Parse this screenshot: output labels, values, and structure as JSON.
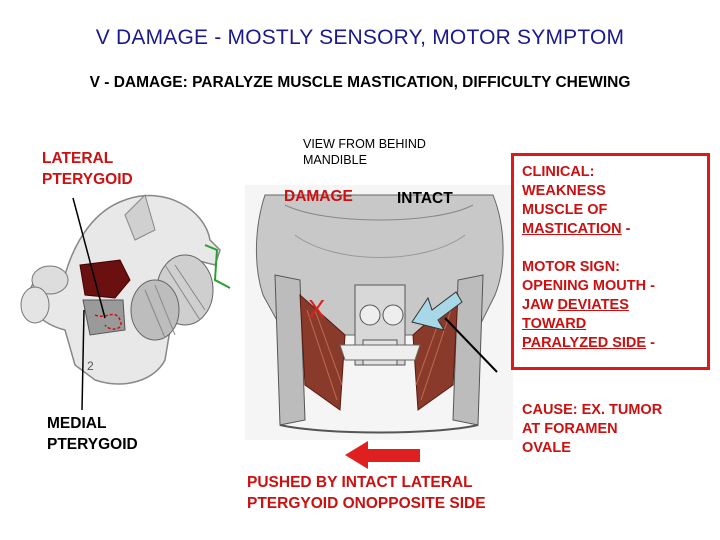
{
  "slide": {
    "title": "V  DAMAGE - MOSTLY SENSORY, MOTOR SYMPTOM",
    "subtitle": "V - DAMAGE: PARALYZE MUSCLE MASTICATION, DIFFICULTY CHEWING"
  },
  "left_labels": {
    "lateral_line1": "LATERAL",
    "lateral_line2": "PTERYGOID",
    "medial_line1": "MEDIAL",
    "medial_line2": "PTERYGOID"
  },
  "center": {
    "view_line1": "VIEW FROM BEHIND",
    "view_line2": "MANDIBLE",
    "damage": "DAMAGE",
    "intact": "INTACT",
    "x_mark": "X",
    "pushed_line1": "PUSHED BY INTACT LATERAL",
    "pushed_line2": "PTERGYOID ONOPPOSITE SIDE"
  },
  "clinical": {
    "line1": "CLINICAL:",
    "line2": "WEAKNESS",
    "line3": "MUSCLE OF",
    "line4a": "MASTICATION",
    "line4b": " -",
    "motor1": "MOTOR SIGN:",
    "motor2": "OPENING MOUTH -",
    "motor3a": "JAW ",
    "motor3b": "DEVIATES",
    "motor4": "TOWARD",
    "motor5a": "PARALYZED SIDE",
    "motor5b": " -"
  },
  "cause": {
    "line1": "CAUSE: EX. TUMOR",
    "line2": "AT FORAMEN",
    "line3": "OVALE"
  },
  "colors": {
    "title": "#1a1a8c",
    "accent_red": "#cc1010",
    "box_border": "#e01818",
    "arrow_fill": "#e02020",
    "arrow_blue": "#a8d8e8",
    "muscle": "#8a3a2a"
  }
}
